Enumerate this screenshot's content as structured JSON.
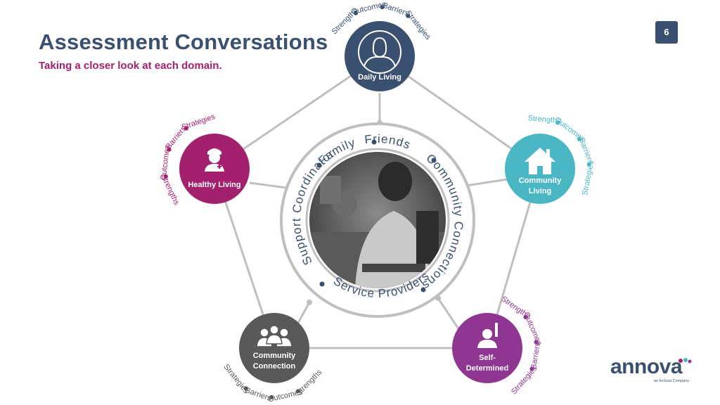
{
  "slide": {
    "title": "Assessment Conversations",
    "subtitle": "Taking a closer look at each domain.",
    "page_number": "6"
  },
  "logo": {
    "word": "annova",
    "tagline": "an Inclusa Company"
  },
  "colors": {
    "navy": "#3a5070",
    "magenta": "#a3206e",
    "teal": "#4bb7c4",
    "gray": "#595959",
    "purple": "#8e3691",
    "connector": "#bfbfbf"
  },
  "center": {
    "labels": [
      "Family",
      "Friends",
      "Community Connections",
      "Service Providers",
      "Support Coordinator"
    ],
    "photo": "photo-of-man-in-power-wheelchair"
  },
  "domains": [
    {
      "id": "daily-living",
      "label_lines": [
        "Daily Living"
      ],
      "icon": "person-outline-icon",
      "color": "#3a5070",
      "ring": [
        "Strengths",
        "Outcomes",
        "Barriers",
        "Strategies"
      ]
    },
    {
      "id": "community-living",
      "label_lines": [
        "Community",
        "Living"
      ],
      "icon": "house-icon",
      "color": "#4bb7c4",
      "ring": [
        "Strengths",
        "Outcomes",
        "Barriers",
        "Strategies"
      ]
    },
    {
      "id": "self-determined",
      "label_lines": [
        "Self-",
        "Determined"
      ],
      "icon": "person-raised-hand-icon",
      "color": "#8e3691",
      "ring": [
        "Strengths",
        "Outcomes",
        "Barriers",
        "Strategies"
      ]
    },
    {
      "id": "community-connection",
      "label_lines": [
        "Community",
        "Connection"
      ],
      "icon": "group-of-people-icon",
      "color": "#595959",
      "ring": [
        "Strengths",
        "Outcomes",
        "Barriers",
        "Strategies"
      ]
    },
    {
      "id": "healthy-living",
      "label_lines": [
        "Healthy Living"
      ],
      "icon": "nurse-icon",
      "color": "#a3206e",
      "ring": [
        "Strengths",
        "Outcomes",
        "Barriers",
        "Strategies"
      ]
    }
  ]
}
